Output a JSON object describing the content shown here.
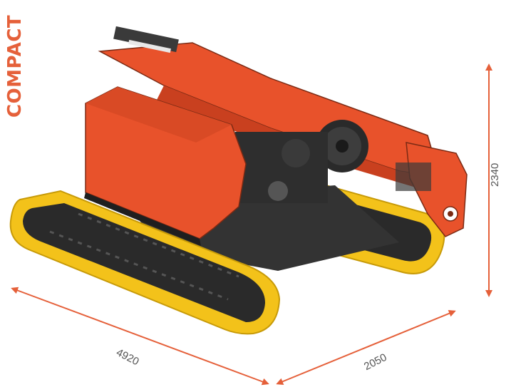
{
  "title": "COMPACT",
  "dimensions": {
    "length": "4920",
    "width": "2050",
    "height": "2340"
  },
  "colors": {
    "accent": "#e5603a",
    "boom": "#e8522b",
    "body_shadow": "#c9401f",
    "track": "#f3c21a",
    "track_edge": "#c79a08",
    "undercarriage": "#2a2a2a",
    "dimension_line": "#e5603a"
  }
}
